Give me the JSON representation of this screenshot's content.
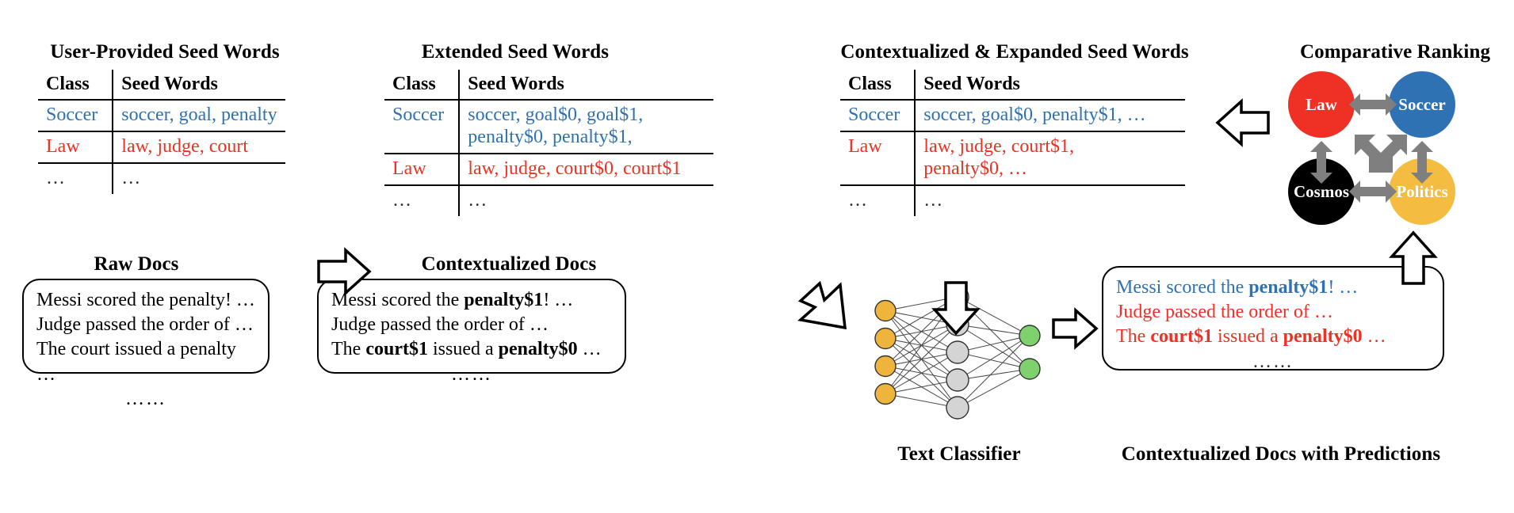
{
  "sections": {
    "user_seed": {
      "title": "User-Provided Seed Words",
      "columns": [
        "Class",
        "Seed Words"
      ],
      "rows": [
        {
          "class": "Soccer",
          "color": "#2f72b4",
          "words": "soccer, goal, penalty"
        },
        {
          "class": "Law",
          "color": "#ee3124",
          "words": "law, judge, court"
        },
        {
          "class": "…",
          "color": "#333333",
          "words": "…"
        }
      ]
    },
    "extended_seed": {
      "title": "Extended Seed Words",
      "columns": [
        "Class",
        "Seed Words"
      ],
      "rows": [
        {
          "class": "Soccer",
          "color": "#2f72b4",
          "words": "soccer, goal$0, goal$1,\npenalty$0, penalty$1,"
        },
        {
          "class": "Law",
          "color": "#ee3124",
          "words": "law, judge, court$0, court$1"
        },
        {
          "class": "…",
          "color": "#333333",
          "words": "…"
        }
      ]
    },
    "contextualized_seed": {
      "title": "Contextualized & Expanded Seed Words",
      "columns": [
        "Class",
        "Seed Words"
      ],
      "rows": [
        {
          "class": "Soccer",
          "color": "#2f72b4",
          "words": "soccer, goal$0, penalty$1, …"
        },
        {
          "class": "Law",
          "color": "#ee3124",
          "words": "law, judge, court$1,\npenalty$0, …"
        },
        {
          "class": "…",
          "color": "#333333",
          "words": "…"
        }
      ]
    },
    "comparative_ranking": {
      "title": "Comparative Ranking",
      "nodes": [
        {
          "label": "Law",
          "color": "#ee3124",
          "text_color": "#ffffff"
        },
        {
          "label": "Soccer",
          "color": "#2f72b4",
          "text_color": "#ffffff"
        },
        {
          "label": "Cosmos",
          "color": "#000000",
          "text_color": "#ffffff"
        },
        {
          "label": "Politics",
          "color": "#f5bc42",
          "text_color": "#ffffff"
        }
      ],
      "arrow_color": "#7f7f7f"
    },
    "raw_docs": {
      "title": "Raw Docs",
      "lines": [
        "Messi scored the penalty! …",
        "Judge passed the order of …",
        "The court issued a penalty …"
      ],
      "ellipsis": "……"
    },
    "contextualized_docs": {
      "title": "Contextualized Docs",
      "lines": [
        [
          {
            "t": "Messi scored the ",
            "b": false
          },
          {
            "t": "penalty$1",
            "b": true
          },
          {
            "t": "! …",
            "b": false
          }
        ],
        [
          {
            "t": "Judge passed the order of …",
            "b": false
          }
        ],
        [
          {
            "t": "The ",
            "b": false
          },
          {
            "t": "court$1",
            "b": true
          },
          {
            "t": " issued a ",
            "b": false
          },
          {
            "t": "penalty$0",
            "b": true
          },
          {
            "t": " …",
            "b": false
          }
        ]
      ],
      "ellipsis": "……"
    },
    "text_classifier": {
      "title": "Text Classifier",
      "input_nodes": 4,
      "hidden_nodes": 5,
      "output_nodes": 2,
      "input_color": "#eeb43c",
      "hidden_color": "#d4d4d4",
      "output_color": "#7ed16d"
    },
    "docs_with_predictions": {
      "title": "Contextualized Docs with Predictions",
      "lines": [
        {
          "color": "#2f72b4",
          "parts": [
            {
              "t": "Messi scored the ",
              "b": false
            },
            {
              "t": "penalty$1",
              "b": true
            },
            {
              "t": "! …",
              "b": false
            }
          ]
        },
        {
          "color": "#ee3124",
          "parts": [
            {
              "t": "Judge passed the order of …",
              "b": false
            }
          ]
        },
        {
          "color": "#ee3124",
          "parts": [
            {
              "t": "The ",
              "b": false
            },
            {
              "t": "court$1",
              "b": true
            },
            {
              "t": " issued a ",
              "b": false
            },
            {
              "t": "penalty$0",
              "b": true
            },
            {
              "t": " …",
              "b": false
            }
          ]
        }
      ],
      "ellipsis": "……"
    }
  },
  "colors": {
    "soccer_blue": "#2f72b4",
    "law_red": "#ee3124",
    "cosmos_black": "#000000",
    "politics_yellow": "#f5bc42",
    "arrow_gray": "#7f7f7f",
    "outline": "#000000"
  }
}
